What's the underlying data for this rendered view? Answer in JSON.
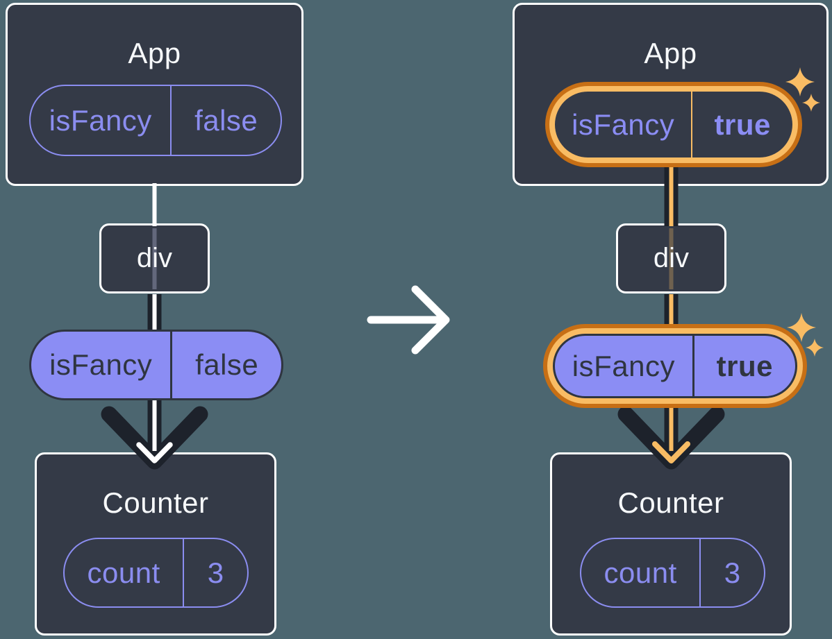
{
  "diagram": {
    "before": {
      "app": {
        "title": "App",
        "state": {
          "name": "isFancy",
          "value": "false"
        }
      },
      "div": {
        "label": "div"
      },
      "prop": {
        "name": "isFancy",
        "value": "false"
      },
      "counter": {
        "title": "Counter",
        "state": {
          "name": "count",
          "value": "3"
        }
      }
    },
    "after": {
      "app": {
        "title": "App",
        "state": {
          "name": "isFancy",
          "value": "true"
        }
      },
      "div": {
        "label": "div"
      },
      "prop": {
        "name": "isFancy",
        "value": "true"
      },
      "counter": {
        "title": "Counter",
        "state": {
          "name": "count",
          "value": "3"
        }
      }
    }
  },
  "colors": {
    "background": "#4C6670",
    "card": "#343A47",
    "card_border": "#FFFFFF",
    "purple": "#8B8DF0",
    "purple_fill": "#8B8DF4",
    "ink_dark": "#2F3540",
    "arrow_dark": "#1D222B",
    "highlight_orange": "#C76F15",
    "highlight_orange_light": "#F9BC64",
    "white": "#FFFFFF"
  },
  "icons": {
    "transition": "right-arrow-icon",
    "highlight": "sparkle-icon"
  }
}
